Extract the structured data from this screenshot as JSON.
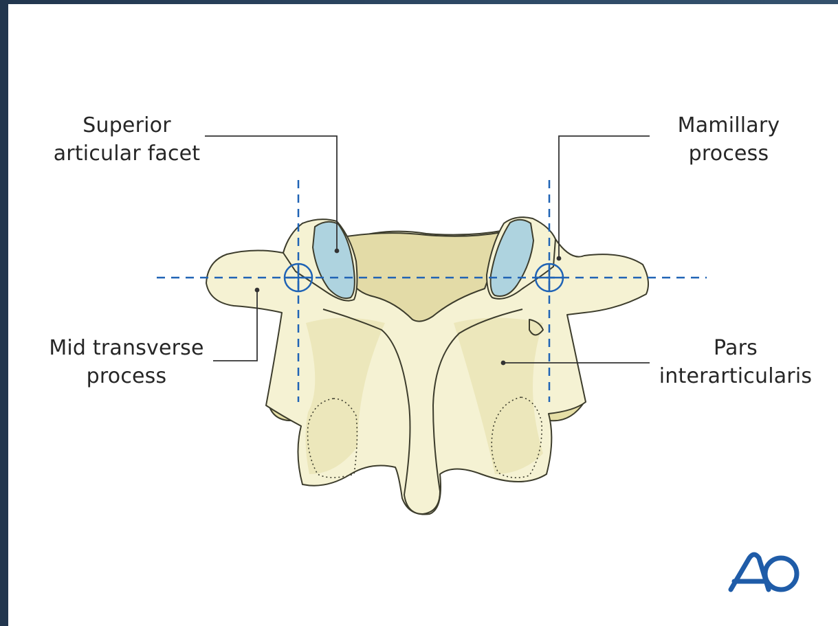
{
  "labels": {
    "superior_articular_facet": [
      "Superior",
      "articular facet"
    ],
    "mamillary_process": [
      "Mamillary",
      "process"
    ],
    "mid_transverse_process": [
      "Mid transverse",
      "process"
    ],
    "pars_interarticularis": [
      "Pars",
      "interarticularis"
    ]
  },
  "logo": {
    "text": "AO"
  },
  "colors": {
    "bone_fill": "#f5f2d3",
    "bone_shade": "#e8e2b0",
    "bone_outline": "#3c3c2c",
    "facet_fill": "#aed3df",
    "guide_line": "#1f63b5",
    "leader_line": "#333333",
    "logo": "#1f5ca8"
  }
}
